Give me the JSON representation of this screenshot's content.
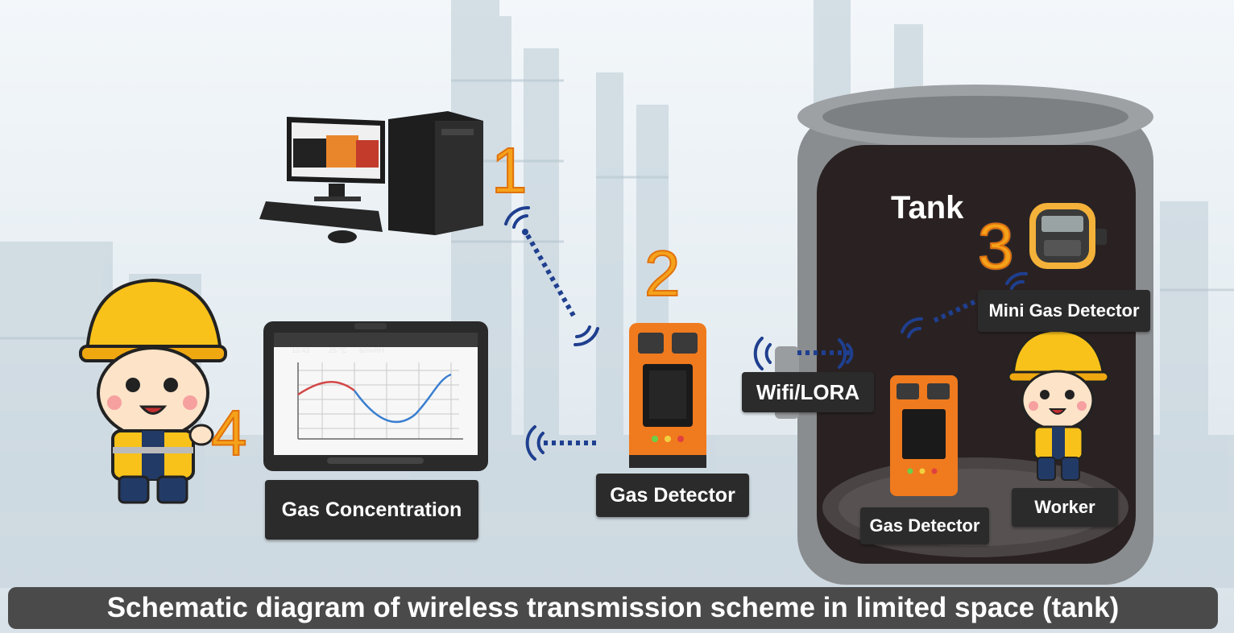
{
  "numbers": {
    "n1": "1",
    "n2": "2",
    "n3": "3",
    "n4": "4"
  },
  "labels": {
    "tank": "Tank",
    "mini_gas_detector": "Mini Gas Detector",
    "wifi_lora": "Wifi/LORA",
    "gas_detector_center": "Gas Detector",
    "gas_detector_tank": "Gas Detector",
    "worker": "Worker",
    "gas_concentration": "Gas Concentration"
  },
  "tablet_status": {
    "time": "10:43",
    "temperature": "25 °C",
    "humidity": "60%RH"
  },
  "caption": "Schematic diagram of wireless transmission scheme in limited space (tank)",
  "colors": {
    "number_orange": "#f5a21a",
    "detector_orange": "#f07a1e",
    "link_blue": "#1f3f8f",
    "label_dark": "#2b2b2b",
    "tank_metal": "#8a8d90",
    "tank_interior": "#2a2222",
    "caption_bg": "#4a4a4a"
  },
  "icons": {
    "computer": "desktop-computer-icon",
    "tablet": "tablet-icon",
    "detector": "gas-detector-icon",
    "mini_detector": "mini-gas-detector-icon",
    "worker": "worker-icon",
    "wifi": "wifi-signal-icon"
  }
}
